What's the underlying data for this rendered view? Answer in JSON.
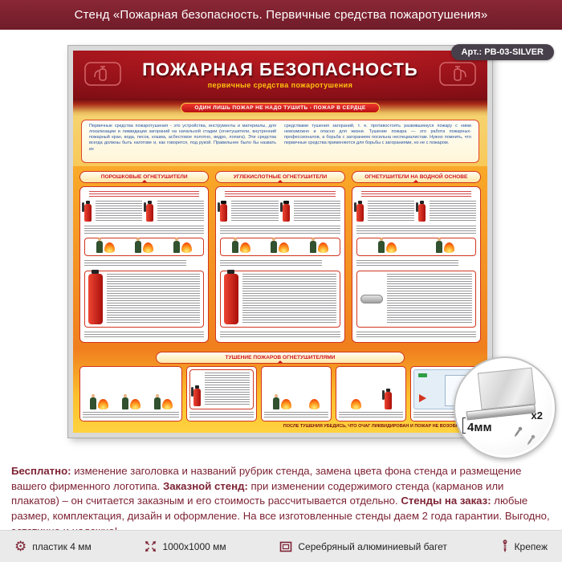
{
  "page": {
    "header_title": "Стенд «Пожарная безопасность. Первичные средства пожаротушения»",
    "art_badge": "Арт.: PB-03-SILVER"
  },
  "stand": {
    "title": "ПОЖАРНАЯ БЕЗОПАСНОСТЬ",
    "subtitle": "первичные средства пожаротушения",
    "ribbon": "ОДИН ЛИШЬ ПОЖАР НЕ НАДО ТУШИТЬ - ПОЖАР В СЕРДЦЕ",
    "intro_col1": "Первичные средства пожаротушения - это устройства, инструменты и материалы, для локализации и ликвидации загораний на начальной стадии (огнетушители, внутренний пожарный кран, вода, песок, кошма, асбестовое полотно, ведро, лопата). Эти средства всегда должны быть наготове и, как говорится, под рукой. Правильнее было бы назвать их",
    "intro_col2": "средствами тушения загораний, т. е. противостоять развившемуся пожару с ними невозможно и опасно для жизни. Тушение пожара — это работа пожарных-профессионалов, а борьба с загоранием посильна неспециалистам. Нужно помнить, что первичные средства применяются для борьбы с загораниями, но не с пожаром.",
    "panels": [
      {
        "title": "ПОРОШКОВЫЕ ОГНЕТУШИТЕЛИ"
      },
      {
        "title": "УГЛЕКИСЛОТНЫЕ ОГНЕТУШИТЕЛИ"
      },
      {
        "title": "ОГНЕТУШИТЕЛИ НА ВОДНОЙ ОСНОВЕ"
      }
    ],
    "bottom_title": "ТУШЕНИЕ ПОЖАРОВ ОГНЕТУШИТЕЛЯМИ",
    "bottom_caption": "ПОСЛЕ ТУШЕНИЯ УБЕДИСЬ, ЧТО ОЧАГ ЛИКВИДИРОВАН И ПОЖАР НЕ ВОЗОБНОВИТСЯ"
  },
  "inset": {
    "thickness": "4мм",
    "count": "x2"
  },
  "description": {
    "free_label": "Бесплатно:",
    "free_text": " изменение заголовка и названий рубрик стенда, замена цвета фона стенда и размещение вашего фирменного логотипа. ",
    "custom_label": "Заказной стенд:",
    "custom_text": " при изменении содержимого стенда (карманов или плакатов) – он считается заказным и его стоимость рассчитывается отдельно. ",
    "order_label": "Стенды на заказ:",
    "order_text": " любые размер, комплектация, дизайн и оформление. На все изготовленные стенды даем 2 года гарантии. Выгодно, эстетично и надежно!"
  },
  "footer": {
    "items": [
      {
        "icon": "gear-icon",
        "label": "пластик 4 мм"
      },
      {
        "icon": "dimensions-icon",
        "label": "1000x1000 мм"
      },
      {
        "icon": "frame-icon",
        "label": "Серебряный алюминиевый багет"
      },
      {
        "icon": "screw-icon",
        "label": "Крепеж"
      }
    ]
  },
  "colors": {
    "accent_maroon": "#7d2334",
    "stand_dark_red": "#8f1016",
    "stand_orange": "#f07f1e",
    "stand_yellow": "#ffd23f",
    "panel_border_red": "#d2351f"
  }
}
